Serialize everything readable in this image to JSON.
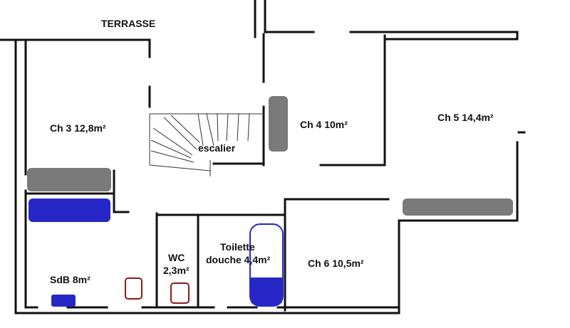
{
  "plan": {
    "labels": {
      "terrasse": "TERRASSE",
      "ch3": "Ch 3 12,8m²",
      "ch4": "Ch 4 10m²",
      "ch5": "Ch 5 14,4m²",
      "ch6": "Ch 6 10,5m²",
      "escalier": "escalier",
      "sdb": "SdB 8m²",
      "wc_line1": "WC",
      "wc_line2": "2,3m²",
      "toilette_line1": "Toilette",
      "toilette_line2": "douche 4,4m²"
    },
    "colors": {
      "wall": "#111111",
      "furniture_grey": "#7a7a7a",
      "bath_blue": "#2727c8",
      "toilet_red": "#8b1a1a"
    }
  }
}
